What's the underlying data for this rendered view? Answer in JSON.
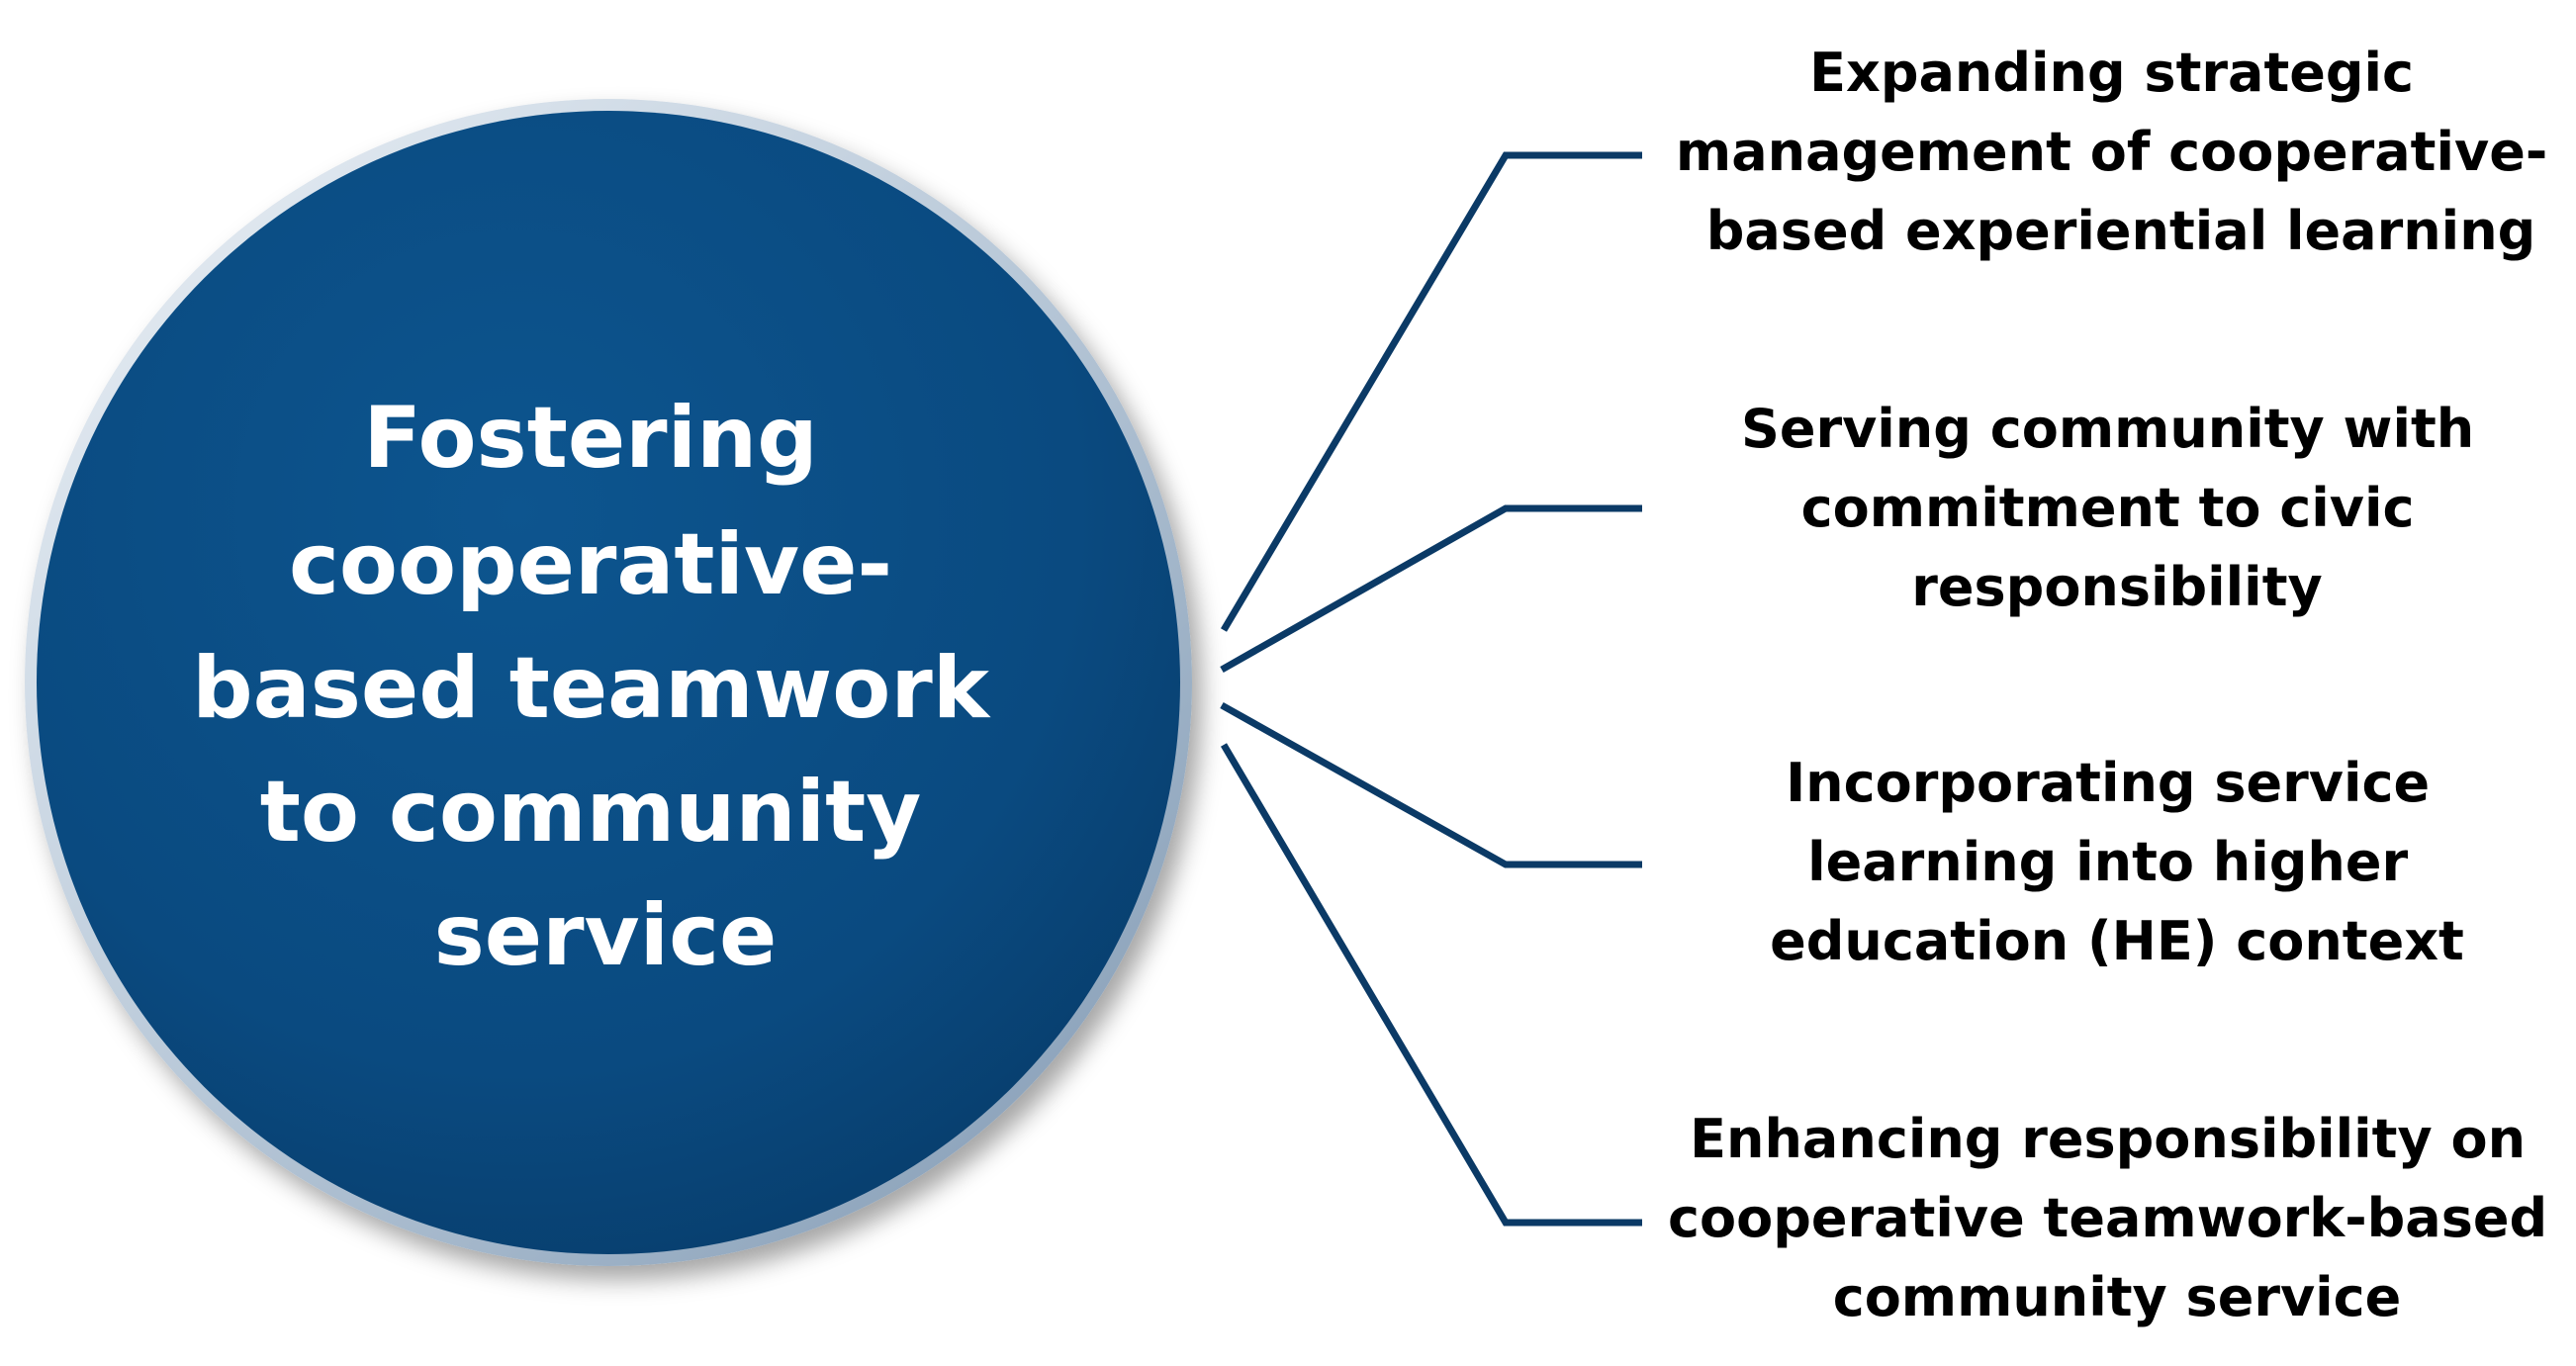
{
  "center": {
    "lines": [
      "Fostering",
      "cooperative-",
      "based teamwork",
      "to community",
      "service"
    ]
  },
  "branches": [
    {
      "lines": [
        "Expanding strategic",
        "management of cooperative-",
        "based experiential learning"
      ]
    },
    {
      "lines": [
        "Serving community with",
        "commitment to civic",
        "responsibility"
      ]
    },
    {
      "lines": [
        "Incorporating service",
        "learning into higher",
        "education (HE) context"
      ]
    },
    {
      "lines": [
        "Enhancing responsibility on",
        "cooperative teamwork-based",
        "community service"
      ]
    }
  ],
  "colors": {
    "circle_fill": "#0a4a80",
    "circle_rim": "#c9d6e3",
    "connector": "#0b3a66",
    "center_text": "#ffffff",
    "branch_text": "#000000"
  }
}
